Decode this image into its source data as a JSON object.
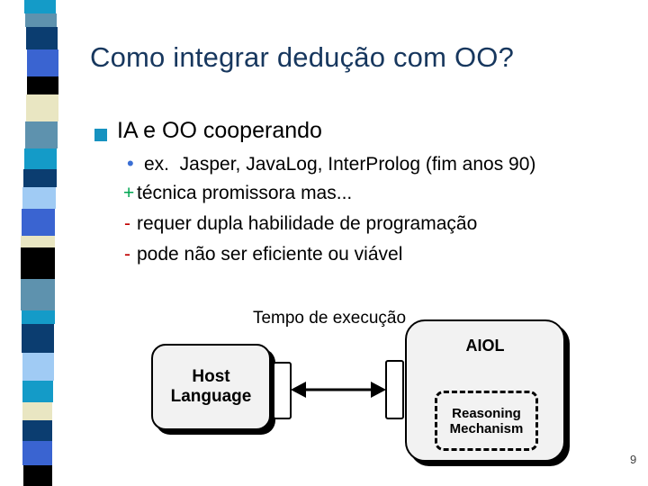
{
  "slide": {
    "title": "Como integrar dedução com OO?",
    "page_number": "9"
  },
  "content": {
    "main_bullet": "IA e OO cooperando",
    "sub_bullets": [
      {
        "marker": "•",
        "text": "ex.  Jasper, JavaLog, InterProlog (fim anos 90)"
      },
      {
        "marker": "+",
        "text": "técnica promissora mas..."
      },
      {
        "marker": "-",
        "text": "requer dupla habilidade de programação"
      },
      {
        "marker": "-",
        "text": "pode não ser eficiente ou viável"
      }
    ]
  },
  "diagram": {
    "label": "Tempo de execução",
    "host_box": {
      "line1": "Host",
      "line2": "Language"
    },
    "aiol_box": {
      "title": "AIOL"
    },
    "reasoning_box": {
      "line1": "Reasoning",
      "line2": "Mechanism"
    }
  },
  "colors": {
    "title": "#17375E",
    "bullet_square": "#1692C0",
    "sub_dot": "#3B6FD4",
    "plus_green": "#00A651",
    "minus_red": "#C00000",
    "box_fill": "#F2F2F2",
    "box_border": "#000000",
    "page_number": "#404040"
  },
  "sidebar": {
    "segment_colors": [
      "#149BC8",
      "#5E92AE",
      "#0B3D70",
      "#3A64D1",
      "#000000",
      "#E9E6C2",
      "#5E92AE",
      "#149BC8",
      "#0B3D70",
      "#A0CBF4",
      "#3A64D1",
      "#E9E6C2",
      "#000000",
      "#5E92AE",
      "#149BC8",
      "#0B3D70",
      "#A0CBF4",
      "#149BC8",
      "#E9E6C2",
      "#0B3D70",
      "#3A64D1",
      "#000000"
    ]
  }
}
